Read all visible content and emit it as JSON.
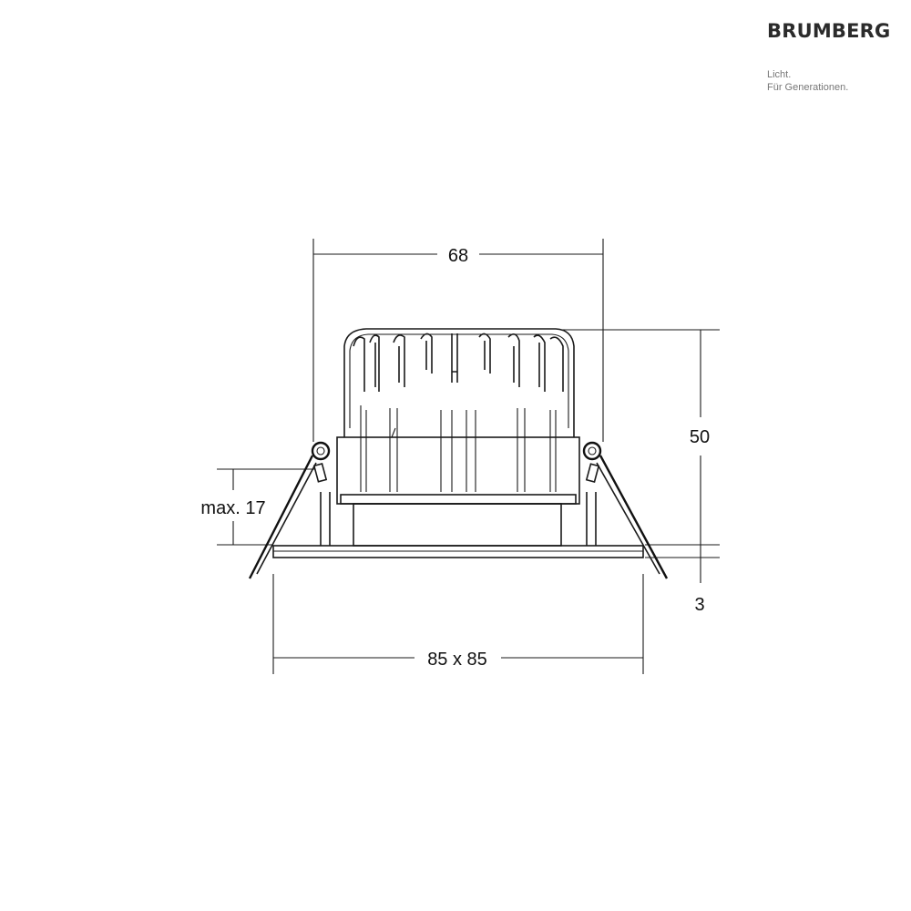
{
  "brand": {
    "name": "BRUMBERG",
    "tagline_1": "Licht.",
    "tagline_2": "Für Generationen."
  },
  "dimensions": {
    "width_top": "68",
    "height_total": "50",
    "max_ceiling": "max. 17",
    "flange_thickness": "3",
    "flange_size": "85 x 85"
  }
}
